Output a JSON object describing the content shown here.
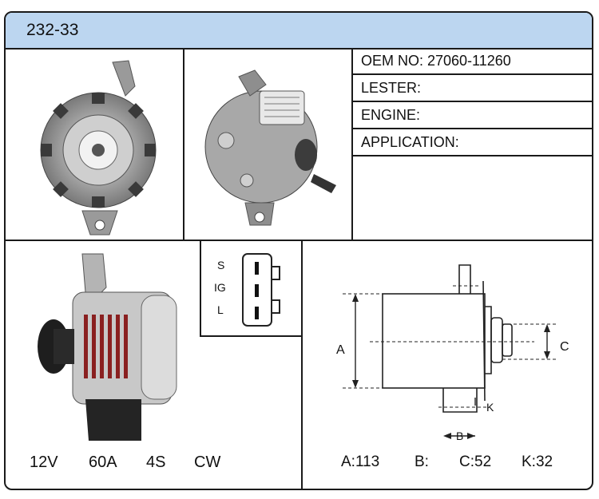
{
  "header": {
    "part_code": "232-33"
  },
  "info": {
    "oem": "OEM NO: 27060-11260",
    "lester": "LESTER:",
    "engine": "ENGINE:",
    "application": "APPLICATION:"
  },
  "connector": {
    "pins": [
      "S",
      "IG",
      "L"
    ]
  },
  "specs": {
    "voltage": "12V",
    "amperage": "60A",
    "grooves": "4S",
    "rotation": "CW"
  },
  "dimensions": {
    "a": "A:113",
    "b": "B:",
    "c": "C:52",
    "k": "K:32",
    "label_a": "A",
    "label_b": "B",
    "label_c": "C",
    "label_k": "K"
  },
  "colors": {
    "header_bg": "#bcd6f0",
    "border": "#1a1a1a"
  }
}
